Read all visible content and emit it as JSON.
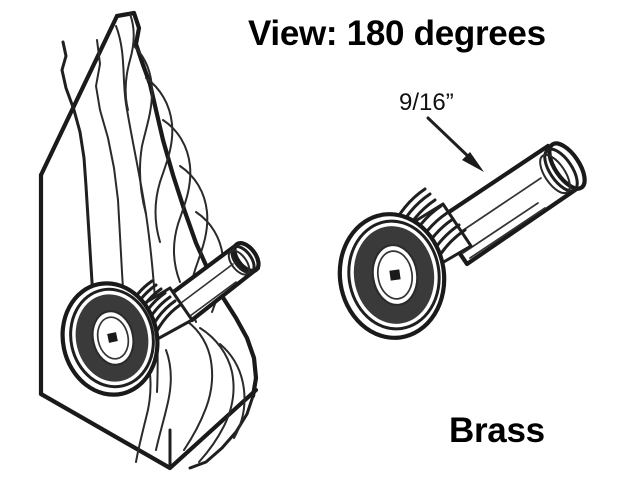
{
  "figure": {
    "kind": "technical-line-illustration",
    "subject": "door peephole viewer",
    "background_color": "#ffffff",
    "line_color": "#1a1a1a",
    "shade_color": "#3a3a3a"
  },
  "labels": {
    "title": "View: 180 degrees",
    "dimension": "9/16”",
    "material": "Brass"
  },
  "panels": {
    "left": {
      "name": "installed-view",
      "description": "cutaway wood door section with peephole viewer installed"
    },
    "right": {
      "name": "product-view",
      "description": "peephole viewer shown alone at an angle"
    }
  },
  "annotation": {
    "arrow": "dimension-arrow",
    "points_to": "viewer-barrel"
  },
  "icons": {
    "lens_aperture": "square-aperture-icon"
  }
}
